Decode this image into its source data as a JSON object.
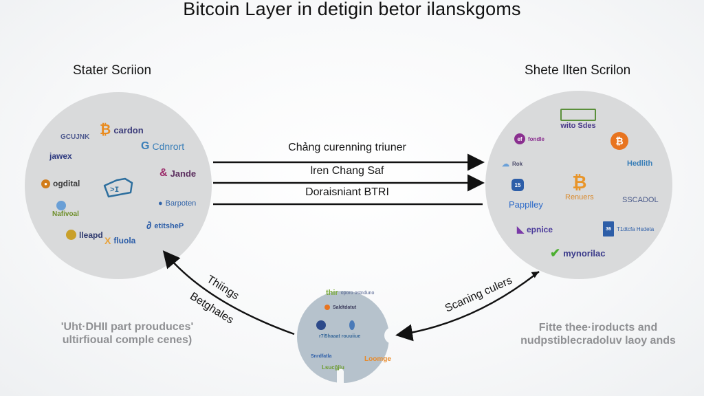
{
  "title": "Bitcoin Layer in detigin betor ilanskgoms",
  "left_section": {
    "title": "Stater Scriion",
    "center_icon": "robot-face-icon",
    "logos": [
      {
        "icon": "bitcoin-icon",
        "label": "cardon",
        "color": "#e98b1f",
        "text_color": "#3c3c7a"
      },
      {
        "icon": "text-logo",
        "label": "GCUJNK",
        "color": "#4f5a8f",
        "text_color": "#4f5a8f"
      },
      {
        "icon": "c-icon",
        "label": "Cdnrort",
        "color": "#3b7fb8",
        "text_color": "#3b7fb8"
      },
      {
        "icon": "text-logo",
        "label": "jawex",
        "color": "#2e3a80",
        "text_color": "#2e3a80"
      },
      {
        "icon": "swirl-icon",
        "label": "Jande",
        "color": "#9c2f6c",
        "text_color": "#5b2e5e"
      },
      {
        "icon": "coin-icon",
        "label": "ogdital",
        "color": "#d17c1a",
        "text_color": "#3a3a3a"
      },
      {
        "icon": "location-pin-icon",
        "label": "Barpoten",
        "color": "#3264a8",
        "text_color": "#3264a8"
      },
      {
        "icon": "globe-icon",
        "label": "Nafivoal",
        "color": "#6a9fd6",
        "text_color": "#6e8e2a"
      },
      {
        "icon": "wave-icon",
        "label": "etitsheP",
        "color": "#2d5ea8",
        "text_color": "#2d5ea8"
      },
      {
        "icon": "sun-icon",
        "label": "lleapd",
        "color": "#c9a02a",
        "text_color": "#2f3a6e"
      },
      {
        "icon": "tool-icon",
        "label": "fluola",
        "color": "#e8a23a",
        "text_color": "#2d5ea8"
      }
    ]
  },
  "right_section": {
    "title": "Shete Ilten Scrilon",
    "logos": [
      {
        "icon": "building-icon",
        "label": "wito Sdes",
        "color": "#5a8f3a",
        "text_color": "#4a3a8a"
      },
      {
        "icon": "ef-badge-icon",
        "label": "fondle",
        "color": "#8a2f8f",
        "text_color": "#8a2f8f"
      },
      {
        "icon": "bitcoin-icon",
        "label": "",
        "color": "#e8741f",
        "text_color": "#ffffff"
      },
      {
        "icon": "cloud-icon",
        "label": "Rok",
        "color": "#6aa0d8",
        "text_color": "#4a4a6a"
      },
      {
        "icon": "city-icon",
        "label": "Hedlith",
        "color": "#3a7fb8",
        "text_color": "#3a7fb8"
      },
      {
        "icon": "shield-icon",
        "label": "",
        "color": "#2d5ea8",
        "text_color": "#2d5ea8"
      },
      {
        "icon": "bitcoin-icon",
        "label": "Renuers",
        "color": "#e8952a",
        "text_color": "#d9882a"
      },
      {
        "icon": "p-icon",
        "label": "Papplley",
        "color": "#2d6ac8",
        "text_color": "#2d6ac8"
      },
      {
        "icon": "text-logo",
        "label": "SSCADOL",
        "color": "#4a5a8a",
        "text_color": "#4a5a8a"
      },
      {
        "icon": "bird-icon",
        "label": "epnice",
        "color": "#7a3aa8",
        "text_color": "#4a3a9a"
      },
      {
        "icon": "book-icon",
        "label": "T1dtcfa Hsdeta",
        "color": "#2d5ea8",
        "text_color": "#2d5ea8"
      },
      {
        "icon": "checkmark-icon",
        "label": "mynorilac",
        "color": "#4caf30",
        "text_color": "#3a3a8a"
      }
    ]
  },
  "flows": [
    {
      "label": "Chảng curenning triuner",
      "direction": "right"
    },
    {
      "label": "lren Chang Saf",
      "direction": "right"
    },
    {
      "label": "Doraisniant BTRI",
      "direction": "none"
    }
  ],
  "curve_labels": {
    "left_upper": "Thiings",
    "left_lower": "Betghales",
    "right": "Scaning culers"
  },
  "center_puzzle": {
    "logos": [
      {
        "label": "thir",
        "sub": "oporo ostnduno",
        "color": "#7aaa3a"
      },
      {
        "label": "Saldtdatut",
        "color": "#e8741f"
      },
      {
        "label": "",
        "color": "#2d4a8a"
      },
      {
        "label": "",
        "color": "#4a7ab8"
      },
      {
        "label": "r7l5haaat rouuiiue",
        "color": "#3a8a4a"
      },
      {
        "label": "Snrdfatla",
        "color": "#2d5ea8"
      },
      {
        "label": "Loomge",
        "color": "#e88a2a"
      },
      {
        "label": "Lsucğjiu",
        "color": "#6a9a2a"
      }
    ]
  },
  "captions": {
    "left": [
      "'Uht·DHII part prouduces'",
      "ultirfioual comple cenes)"
    ],
    "right": [
      "Fitte thee·iroducts and",
      "nudpstiblecradoluv laoy ands"
    ]
  }
}
